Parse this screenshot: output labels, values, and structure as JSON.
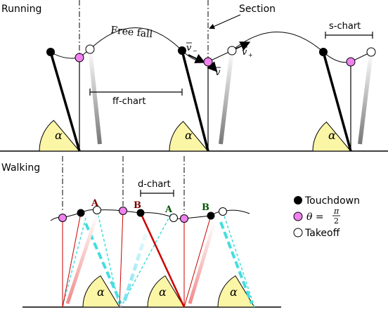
{
  "running": {
    "title": "Running",
    "labels": {
      "free_fall": "Free fall",
      "section": "Section",
      "s_chart": "s-chart",
      "ff_chart": "ff-chart",
      "alpha": "α",
      "v_vec": "v",
      "v_pos": "+",
      "v_neg": "−"
    }
  },
  "walking": {
    "title": "Walking",
    "labels": {
      "d_chart": "d-chart",
      "alpha": "α",
      "a": "A",
      "b": "B"
    }
  },
  "legend": {
    "touchdown": "Touchdown",
    "theta_lhs": "θ =",
    "theta_num": "π",
    "theta_den": "2",
    "takeoff": "Takeoff"
  },
  "colors": {
    "sector_fill": "#fbf5a6",
    "pink": "#ee82ee",
    "red": "#cc0000",
    "cyan": "#44dddd",
    "ink": "#000000"
  }
}
